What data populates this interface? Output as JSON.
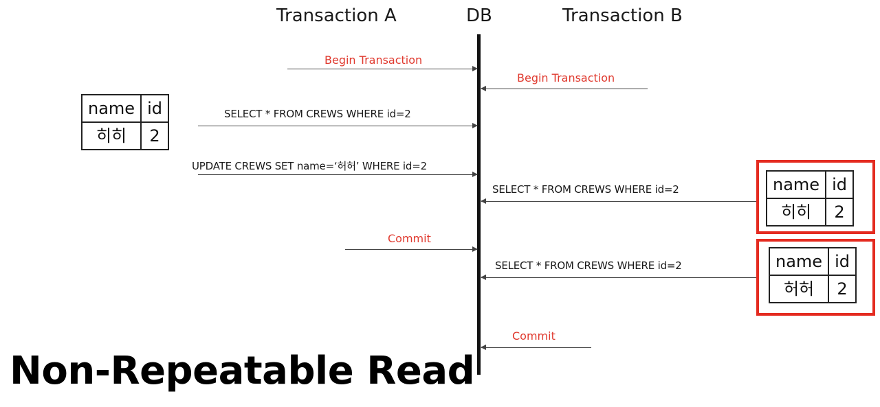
{
  "headers": {
    "transaction_a": "Transaction A",
    "db": "DB",
    "transaction_b": "Transaction B"
  },
  "messages": [
    {
      "text": "Begin Transaction",
      "from": "A",
      "color": "#e03a2f"
    },
    {
      "text": "Begin Transaction",
      "from": "B",
      "color": "#e03a2f"
    },
    {
      "text": "SELECT * FROM CREWS WHERE id=2",
      "from": "A",
      "color": "#1a1a1a"
    },
    {
      "text": "UPDATE CREWS SET name=‘허허’ WHERE id=2",
      "from": "A",
      "color": "#1a1a1a"
    },
    {
      "text": "SELECT * FROM CREWS WHERE id=2",
      "from": "B",
      "color": "#1a1a1a"
    },
    {
      "text": "Commit",
      "from": "A",
      "color": "#e03a2f"
    },
    {
      "text": "SELECT * FROM CREWS WHERE id=2",
      "from": "B",
      "color": "#1a1a1a"
    },
    {
      "text": "Commit",
      "from": "B",
      "color": "#e03a2f"
    }
  ],
  "results": [
    {
      "columns": [
        "name",
        "id"
      ],
      "row": [
        "히히",
        "2"
      ],
      "highlighted": false
    },
    {
      "columns": [
        "name",
        "id"
      ],
      "row": [
        "히히",
        "2"
      ],
      "highlighted": true
    },
    {
      "columns": [
        "name",
        "id"
      ],
      "row": [
        "허허",
        "2"
      ],
      "highlighted": true
    }
  ],
  "highlight_color": "#e42b20",
  "title": "Non-Repeatable Read"
}
